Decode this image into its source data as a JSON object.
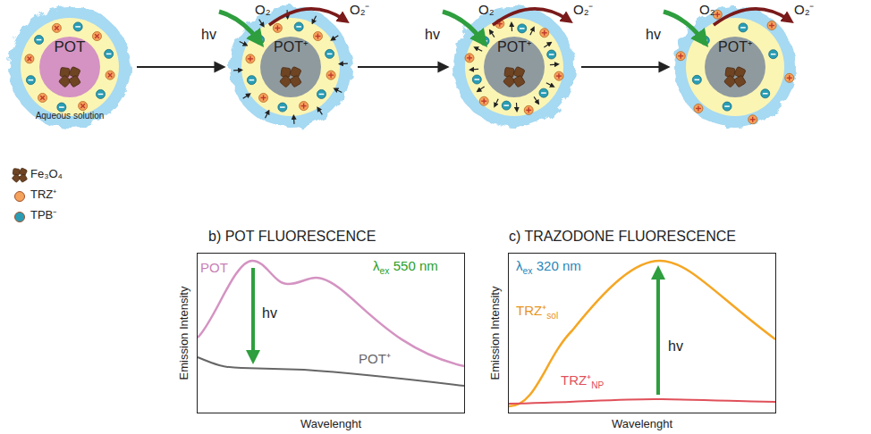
{
  "diagram": {
    "nodes": [
      {
        "text": [
          "POT",
          "Aqueous solution"
        ]
      },
      {
        "text": [
          "POT⁺"
        ]
      },
      {
        "text": [
          "POT⁺"
        ]
      },
      {
        "text": [
          "POT⁺"
        ]
      },
      {
        "text": [
          "b) POT FLUORESCENCE",
          "λ",
          "ex",
          "550 nm",
          "POT",
          "hv",
          "POT⁺"
        ]
      },
      {
        "text": [
          "c) TRAZODONE FLUORESCENCE",
          "λ",
          "ex",
          "320 nm",
          "TRZ⁺",
          "sol",
          "hv",
          "TRZ⁺",
          "NP"
        ]
      }
    ],
    "edges": [
      {
        "from": 0,
        "to": 1,
        "arrow": "to"
      },
      {
        "from": 1,
        "to": 2,
        "arrow": "to"
      },
      {
        "from": 2,
        "to": 3,
        "arrow": "to"
      }
    ],
    "labels": [
      "hv",
      "O₂",
      "O₂⁻",
      "hv",
      "O₂",
      "O₂⁻",
      "hv",
      "O₂",
      "O₂⁻",
      "Emission Intensity",
      "Wavelenght",
      "Emission Intensity",
      "Wavelenght"
    ],
    "legend": [
      {
        "text": "Fe₃O₄"
      },
      {
        "text": "TRZ⁺",
        "color": "#f5a25d"
      },
      {
        "text": "TPB⁻",
        "color": "#2a9db5"
      }
    ]
  }
}
